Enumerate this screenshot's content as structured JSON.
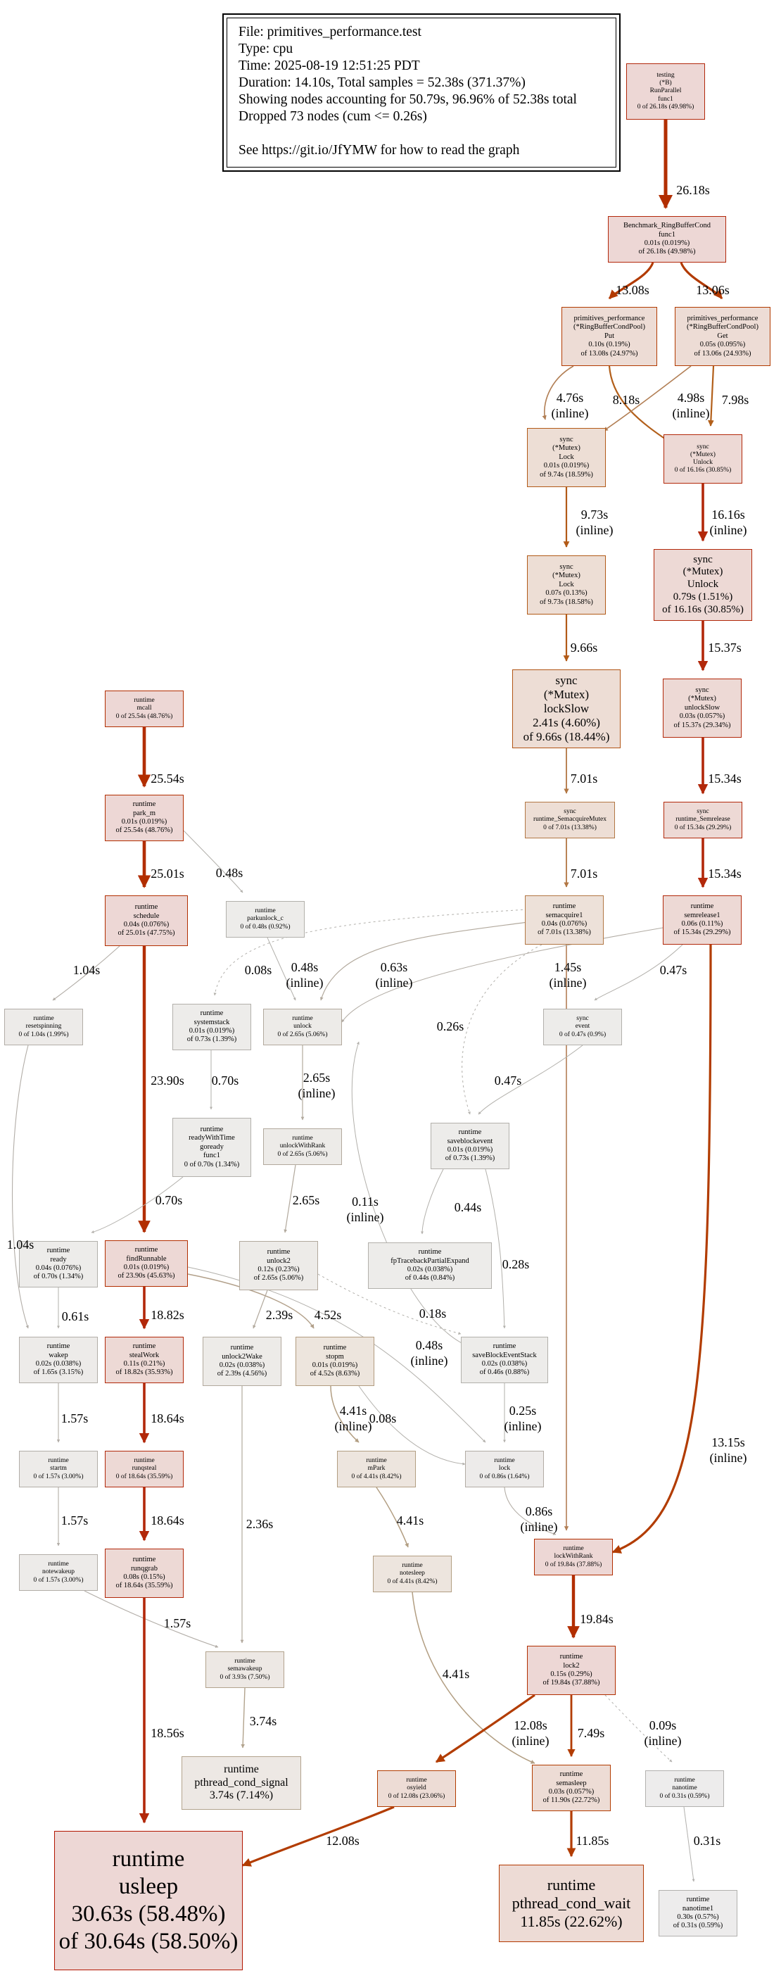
{
  "legend": {
    "file": "File: primitives_performance.test",
    "type": "Type: cpu",
    "time": "Time: 2025-08-19 12:51:25 PDT",
    "duration": "Duration: 14.10s, Total samples = 52.38s (371.37%)",
    "showing": "Showing nodes accounting for 50.79s, 96.96% of 52.38s total",
    "dropped": "Dropped 73 nodes (cum <= 0.26s)",
    "help": "See https://git.io/JfYMW for how to read the graph"
  },
  "colors": {
    "hot_edge": "#b22e00",
    "warm_edge": "#b25f1a",
    "mild_edge": "#b29b7f",
    "cold_edge": "#b2aca4",
    "faint_edge": "#b2b0ab"
  },
  "nodes": [
    {
      "id": "testing_RunParallel",
      "lines": [
        "testing",
        "(*B)",
        "RunParallel",
        "func1",
        "0 of 26.18s (49.98%)"
      ]
    },
    {
      "id": "benchmark_func1",
      "lines": [
        "Benchmark_RingBufferCond",
        "func1",
        "0.01s (0.019%)",
        "of 26.18s (49.98%)"
      ]
    },
    {
      "id": "put",
      "lines": [
        "primitives_performance",
        "(*RingBufferCondPool)",
        "Put",
        "0.10s (0.19%)",
        "of 13.08s (24.97%)"
      ]
    },
    {
      "id": "get",
      "lines": [
        "primitives_performance",
        "(*RingBufferCondPool)",
        "Get",
        "0.05s (0.095%)",
        "of 13.06s (24.93%)"
      ]
    },
    {
      "id": "mutex_lock_1",
      "lines": [
        "sync",
        "(*Mutex)",
        "Lock",
        "0.01s (0.019%)",
        "of 9.74s (18.59%)"
      ]
    },
    {
      "id": "mutex_unlock_small",
      "lines": [
        "sync",
        "(*Mutex)",
        "Unlock",
        "0 of 16.16s (30.85%)"
      ]
    },
    {
      "id": "mutex_lock_2",
      "lines": [
        "sync",
        "(*Mutex)",
        "Lock",
        "0.07s (0.13%)",
        "of 9.73s (18.58%)"
      ]
    },
    {
      "id": "mutex_unlock_big",
      "lines": [
        "sync",
        "(*Mutex)",
        "Unlock",
        "0.79s (1.51%)",
        "of 16.16s (30.85%)"
      ]
    },
    {
      "id": "lockslow",
      "lines": [
        "sync",
        "(*Mutex)",
        "lockSlow",
        "2.41s (4.60%)",
        "of 9.66s (18.44%)"
      ]
    },
    {
      "id": "unlockslow",
      "lines": [
        "sync",
        "(*Mutex)",
        "unlockSlow",
        "0.03s (0.057%)",
        "of 15.37s (29.34%)"
      ]
    },
    {
      "id": "mcall",
      "lines": [
        "runtime",
        "mcall",
        "0 of 25.54s (48.76%)"
      ]
    },
    {
      "id": "semacquiremutex",
      "lines": [
        "sync",
        "runtime_SemacquireMutex",
        "0 of 7.01s (13.38%)"
      ]
    },
    {
      "id": "semrelease_sync",
      "lines": [
        "sync",
        "runtime_Semrelease",
        "0 of 15.34s (29.29%)"
      ]
    },
    {
      "id": "park_m",
      "lines": [
        "runtime",
        "park_m",
        "0.01s (0.019%)",
        "of 25.54s (48.76%)"
      ]
    },
    {
      "id": "schedule",
      "lines": [
        "runtime",
        "schedule",
        "0.04s (0.076%)",
        "of 25.01s (47.75%)"
      ]
    },
    {
      "id": "parkunlock_c",
      "lines": [
        "runtime",
        "parkunlock_c",
        "0 of 0.48s (0.92%)"
      ]
    },
    {
      "id": "semacquire1",
      "lines": [
        "runtime",
        "semacquire1",
        "0.04s (0.076%)",
        "of 7.01s (13.38%)"
      ]
    },
    {
      "id": "semrelease1",
      "lines": [
        "runtime",
        "semrelease1",
        "0.06s (0.11%)",
        "of 15.34s (29.29%)"
      ]
    },
    {
      "id": "resetspinning",
      "lines": [
        "runtime",
        "resetspinning",
        "0 of 1.04s (1.99%)"
      ]
    },
    {
      "id": "systemstack",
      "lines": [
        "runtime",
        "systemstack",
        "0.01s (0.019%)",
        "of 0.73s (1.39%)"
      ]
    },
    {
      "id": "unlock",
      "lines": [
        "runtime",
        "unlock",
        "0 of 2.65s (5.06%)"
      ]
    },
    {
      "id": "sync_event",
      "lines": [
        "sync",
        "event",
        "0 of 0.47s (0.9%)"
      ]
    },
    {
      "id": "readywithtime",
      "lines": [
        "runtime",
        "readyWithTime",
        "goready",
        "func1",
        "0 of 0.70s (1.34%)"
      ]
    },
    {
      "id": "unlockwithrank",
      "lines": [
        "runtime",
        "unlockWithRank",
        "0 of 2.65s (5.06%)"
      ]
    },
    {
      "id": "saveblockevent",
      "lines": [
        "runtime",
        "saveblockevent",
        "0.01s (0.019%)",
        "of 0.73s (1.39%)"
      ]
    },
    {
      "id": "ready",
      "lines": [
        "runtime",
        "ready",
        "0.04s (0.076%)",
        "of 0.70s (1.34%)"
      ]
    },
    {
      "id": "findrunnable",
      "lines": [
        "runtime",
        "findRunnable",
        "0.01s (0.019%)",
        "of 23.90s (45.63%)"
      ]
    },
    {
      "id": "unlock2",
      "lines": [
        "runtime",
        "unlock2",
        "0.12s (0.23%)",
        "of 2.65s (5.06%)"
      ]
    },
    {
      "id": "fptraceback",
      "lines": [
        "runtime",
        "fpTracebackPartialExpand",
        "0.02s (0.038%)",
        "of 0.44s (0.84%)"
      ]
    },
    {
      "id": "wakep",
      "lines": [
        "runtime",
        "wakep",
        "0.02s (0.038%)",
        "of 1.65s (3.15%)"
      ]
    },
    {
      "id": "stealwork",
      "lines": [
        "runtime",
        "stealWork",
        "0.11s (0.21%)",
        "of 18.82s (35.93%)"
      ]
    },
    {
      "id": "unlock2wake",
      "lines": [
        "runtime",
        "unlock2Wake",
        "0.02s (0.038%)",
        "of 2.39s (4.56%)"
      ]
    },
    {
      "id": "stopm",
      "lines": [
        "runtime",
        "stopm",
        "0.01s (0.019%)",
        "of 4.52s (8.63%)"
      ]
    },
    {
      "id": "saveblockeventstack",
      "lines": [
        "runtime",
        "saveBlockEventStack",
        "0.02s (0.038%)",
        "of 0.46s (0.88%)"
      ]
    },
    {
      "id": "startm",
      "lines": [
        "runtime",
        "startm",
        "0 of 1.57s (3.00%)"
      ]
    },
    {
      "id": "runqsteal",
      "lines": [
        "runtime",
        "runqsteal",
        "0 of 18.64s (35.59%)"
      ]
    },
    {
      "id": "mpark",
      "lines": [
        "runtime",
        "mPark",
        "0 of 4.41s (8.42%)"
      ]
    },
    {
      "id": "lock",
      "lines": [
        "runtime",
        "lock",
        "0 of 0.86s (1.64%)"
      ]
    },
    {
      "id": "notewakeup",
      "lines": [
        "runtime",
        "notewakeup",
        "0 of 1.57s (3.00%)"
      ]
    },
    {
      "id": "runqgrab",
      "lines": [
        "runtime",
        "runqgrab",
        "0.08s (0.15%)",
        "of 18.64s (35.59%)"
      ]
    },
    {
      "id": "notesleep",
      "lines": [
        "runtime",
        "notesleep",
        "0 of 4.41s (8.42%)"
      ]
    },
    {
      "id": "lockwithrank",
      "lines": [
        "runtime",
        "lockWithRank",
        "0 of 19.84s (37.88%)"
      ]
    },
    {
      "id": "semawakeup",
      "lines": [
        "runtime",
        "semawakeup",
        "0 of 3.93s (7.50%)"
      ]
    },
    {
      "id": "lock2",
      "lines": [
        "runtime",
        "lock2",
        "0.15s (0.29%)",
        "of 19.84s (37.88%)"
      ]
    },
    {
      "id": "pthread_cond_signal",
      "lines": [
        "runtime",
        "pthread_cond_signal",
        "3.74s (7.14%)"
      ]
    },
    {
      "id": "osyield",
      "lines": [
        "runtime",
        "osyield",
        "0 of 12.08s (23.06%)"
      ]
    },
    {
      "id": "semasleep",
      "lines": [
        "runtime",
        "semasleep",
        "0.03s (0.057%)",
        "of 11.90s (22.72%)"
      ]
    },
    {
      "id": "nanotime",
      "lines": [
        "runtime",
        "nanotime",
        "0 of 0.31s (0.59%)"
      ]
    },
    {
      "id": "usleep",
      "lines": [
        "runtime",
        "usleep",
        "30.63s (58.48%)",
        "of 30.64s (58.50%)"
      ]
    },
    {
      "id": "pthread_cond_wait",
      "lines": [
        "runtime",
        "pthread_cond_wait",
        "11.85s (22.62%)"
      ]
    },
    {
      "id": "nanotime1",
      "lines": [
        "runtime",
        "nanotime1",
        "0.30s (0.57%)",
        "of 0.31s (0.59%)"
      ]
    }
  ],
  "edges": [
    {
      "from": "testing_RunParallel",
      "to": "benchmark_func1",
      "label": "26.18s"
    },
    {
      "from": "benchmark_func1",
      "to": "put",
      "label": "13.08s"
    },
    {
      "from": "benchmark_func1",
      "to": "get",
      "label": "13.06s"
    },
    {
      "from": "put",
      "to": "mutex_lock_1",
      "label": "4.76s\n(inline)"
    },
    {
      "from": "put",
      "to": "mutex_unlock_small",
      "label": "8.18s"
    },
    {
      "from": "get",
      "to": "mutex_lock_1",
      "label": "4.98s\n(inline)"
    },
    {
      "from": "get",
      "to": "mutex_unlock_small",
      "label": "7.98s"
    },
    {
      "from": "mutex_lock_1",
      "to": "mutex_lock_2",
      "label": "9.73s\n(inline)"
    },
    {
      "from": "mutex_unlock_small",
      "to": "mutex_unlock_big",
      "label": "16.16s\n(inline)"
    },
    {
      "from": "mutex_lock_2",
      "to": "lockslow",
      "label": "9.66s"
    },
    {
      "from": "mutex_unlock_big",
      "to": "unlockslow",
      "label": "15.37s"
    },
    {
      "from": "lockslow",
      "to": "semacquiremutex",
      "label": "7.01s"
    },
    {
      "from": "unlockslow",
      "to": "semrelease_sync",
      "label": "15.34s"
    },
    {
      "from": "mcall",
      "to": "park_m",
      "label": "25.54s"
    },
    {
      "from": "semacquiremutex",
      "to": "semacquire1",
      "label": "7.01s"
    },
    {
      "from": "semrelease_sync",
      "to": "semrelease1",
      "label": "15.34s"
    },
    {
      "from": "park_m",
      "to": "schedule",
      "label": "25.01s"
    },
    {
      "from": "park_m",
      "to": "parkunlock_c",
      "label": "0.48s"
    },
    {
      "from": "schedule",
      "to": "resetspinning",
      "label": "1.04s"
    },
    {
      "from": "semacquire1",
      "to": "systemstack",
      "label": "0.08s"
    },
    {
      "from": "parkunlock_c",
      "to": "unlock",
      "label": "0.48s\n(inline)"
    },
    {
      "from": "semacquire1",
      "to": "unlock",
      "label": "0.63s\n(inline)"
    },
    {
      "from": "semacquire1",
      "to": "saveblockevent",
      "label": "0.26s"
    },
    {
      "from": "semacquire1",
      "to": "lockwithrank",
      "label": "1.45s\n(inline)"
    },
    {
      "from": "semrelease1",
      "to": "sync_event",
      "label": "0.47s"
    },
    {
      "from": "semrelease1",
      "to": "unlock",
      "label": ""
    },
    {
      "from": "semrelease1",
      "to": "lockwithrank",
      "label": "13.15s\n(inline)"
    },
    {
      "from": "schedule",
      "to": "findrunnable",
      "label": "23.90s"
    },
    {
      "from": "systemstack",
      "to": "readywithtime",
      "label": "0.70s"
    },
    {
      "from": "unlock",
      "to": "unlockwithrank",
      "label": "2.65s\n(inline)"
    },
    {
      "from": "sync_event",
      "to": "saveblockevent",
      "label": "0.47s"
    },
    {
      "from": "readywithtime",
      "to": "ready",
      "label": "0.70s"
    },
    {
      "from": "unlockwithrank",
      "to": "unlock2",
      "label": "2.65s"
    },
    {
      "from": "saveblockevent",
      "to": "fptraceback",
      "label": "0.44s"
    },
    {
      "from": "saveblockevent",
      "to": "saveblockeventstack",
      "label": "0.28s"
    },
    {
      "from": "saveblockeventstack",
      "to": "unlock",
      "label": "0.11s\n(inline)"
    },
    {
      "from": "resetspinning",
      "to": "wakep",
      "label": "1.04s"
    },
    {
      "from": "ready",
      "to": "wakep",
      "label": "0.61s"
    },
    {
      "from": "findrunnable",
      "to": "stealwork",
      "label": "18.82s"
    },
    {
      "from": "findrunnable",
      "to": "stopm",
      "label": "4.52s"
    },
    {
      "from": "findrunnable",
      "to": "lock",
      "label": "0.48s\n(inline)"
    },
    {
      "from": "unlock2",
      "to": "unlock2wake",
      "label": "2.39s"
    },
    {
      "from": "unlock2",
      "to": "saveblockeventstack",
      "label": "0.18s"
    },
    {
      "from": "wakep",
      "to": "startm",
      "label": "1.57s"
    },
    {
      "from": "stealwork",
      "to": "runqsteal",
      "label": "18.64s"
    },
    {
      "from": "stopm",
      "to": "mpark",
      "label": "4.41s\n(inline)"
    },
    {
      "from": "stopm",
      "to": "lock",
      "label": "0.08s"
    },
    {
      "from": "saveblockeventstack",
      "to": "lock",
      "label": "0.25s\n(inline)"
    },
    {
      "from": "startm",
      "to": "notewakeup",
      "label": "1.57s"
    },
    {
      "from": "runqsteal",
      "to": "runqgrab",
      "label": "18.64s"
    },
    {
      "from": "mpark",
      "to": "notesleep",
      "label": "4.41s"
    },
    {
      "from": "lock",
      "to": "lockwithrank",
      "label": "0.86s\n(inline)"
    },
    {
      "from": "notewakeup",
      "to": "semawakeup",
      "label": "1.57s"
    },
    {
      "from": "unlock2wake",
      "to": "semawakeup",
      "label": "2.36s"
    },
    {
      "from": "lockwithrank",
      "to": "lock2",
      "label": "19.84s"
    },
    {
      "from": "semawakeup",
      "to": "pthread_cond_signal",
      "label": "3.74s"
    },
    {
      "from": "notesleep",
      "to": "semasleep",
      "label": "4.41s"
    },
    {
      "from": "lock2",
      "to": "osyield",
      "label": "12.08s\n(inline)"
    },
    {
      "from": "lock2",
      "to": "semasleep",
      "label": "7.49s"
    },
    {
      "from": "lock2",
      "to": "nanotime",
      "label": "0.09s\n(inline)"
    },
    {
      "from": "runqgrab",
      "to": "usleep",
      "label": "18.56s"
    },
    {
      "from": "osyield",
      "to": "usleep",
      "label": "12.08s"
    },
    {
      "from": "semasleep",
      "to": "pthread_cond_wait",
      "label": "11.85s"
    },
    {
      "from": "nanotime",
      "to": "nanotime1",
      "label": "0.31s"
    }
  ]
}
